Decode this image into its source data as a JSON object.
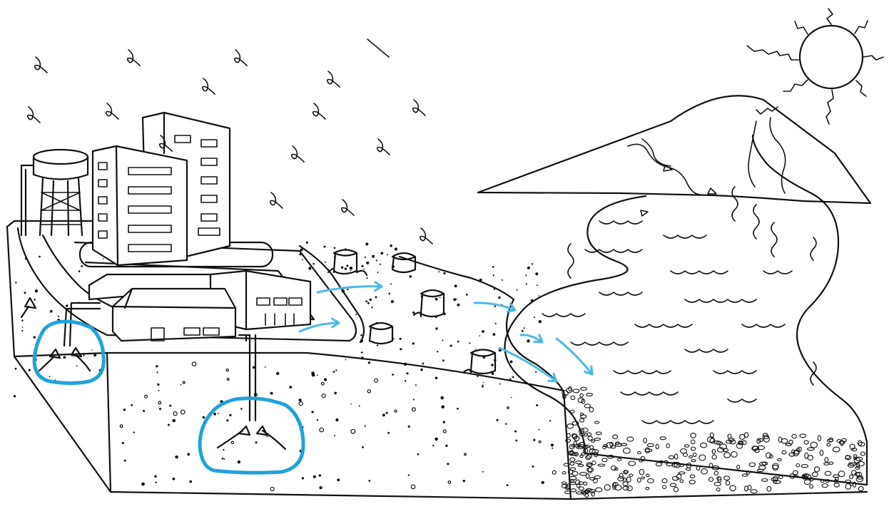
{
  "colors": {
    "ink": "#111111",
    "background": "#ffffff",
    "highlight": "#1fa3dc",
    "flow_arrow": "#4bb8e8"
  },
  "icons": [
    "sun-icon",
    "raindrop-icon",
    "water-tower-icon",
    "tree-stump-icon",
    "well-arrow-icon"
  ],
  "highlights": {
    "count": 2,
    "shape": "circle"
  },
  "flow_arrows": {
    "count": 6
  }
}
